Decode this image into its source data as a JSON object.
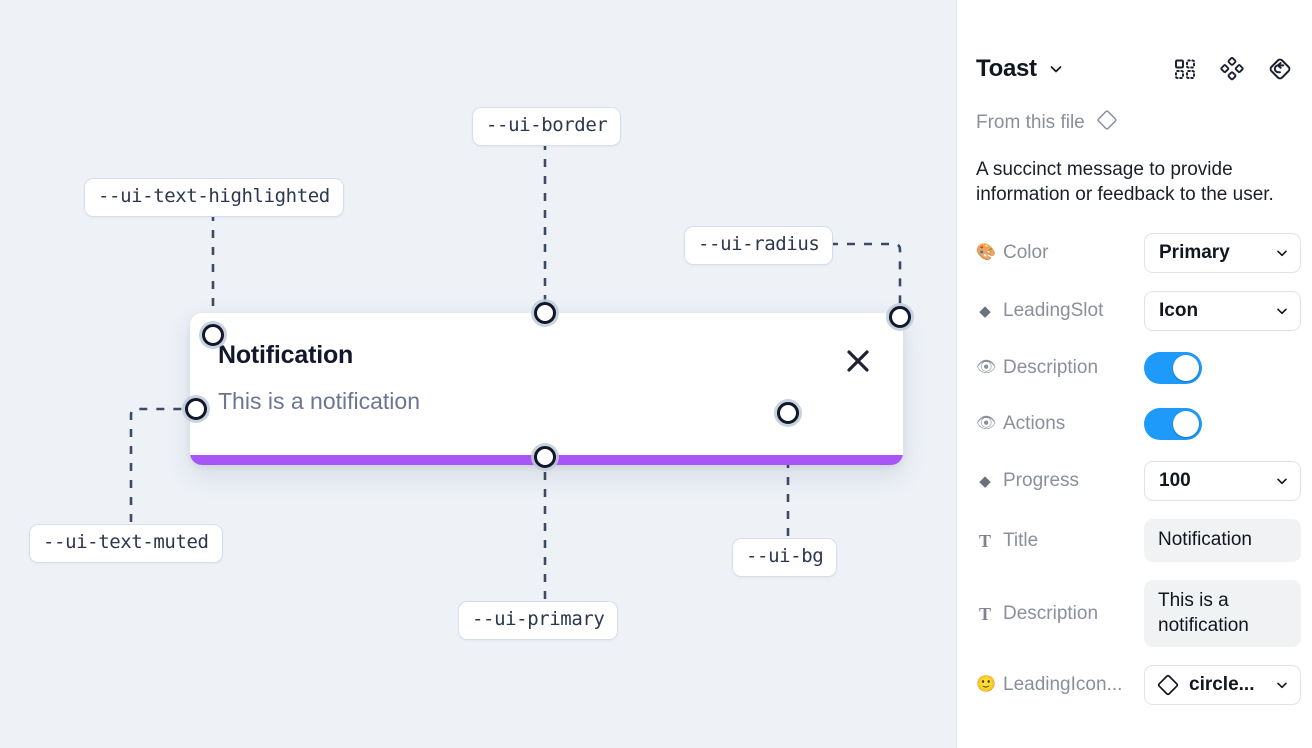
{
  "canvas": {
    "background_color": "#eef2f7",
    "toast": {
      "title": "Notification",
      "description": "This is a notification",
      "close_icon": "close-x-icon",
      "progress_color": "#a855f7",
      "background_color": "#ffffff"
    },
    "annotations": [
      {
        "id": "ui-border",
        "label": "--ui-border"
      },
      {
        "id": "ui-text-highlighted",
        "label": "--ui-text-highlighted"
      },
      {
        "id": "ui-radius",
        "label": "--ui-radius"
      },
      {
        "id": "ui-text-muted",
        "label": "--ui-text-muted"
      },
      {
        "id": "ui-primary",
        "label": "--ui-primary"
      },
      {
        "id": "ui-bg",
        "label": "--ui-bg"
      }
    ]
  },
  "panel": {
    "title": "Toast",
    "title_chevron_icon": "chevron-down-icon",
    "header_icons": [
      {
        "name": "component-grid-icon"
      },
      {
        "name": "variants-diamonds-icon"
      },
      {
        "name": "reset-instance-icon"
      }
    ],
    "from_this_file": {
      "label": "From this file",
      "icon": "diamond-outline-icon"
    },
    "description": "A succinct message to provide information or feedback to the user.",
    "properties": [
      {
        "name": "color",
        "icon": "palette-emoji-icon",
        "icon_glyph": "🎨",
        "label": "Color",
        "control": "select",
        "value": "Primary"
      },
      {
        "name": "leadingslot",
        "icon": "diamond-icon",
        "icon_glyph": "◆",
        "label": "LeadingSlot",
        "control": "select",
        "value": "Icon"
      },
      {
        "name": "description",
        "icon": "eye-emoji-icon",
        "icon_glyph": "👁",
        "label": "Description",
        "control": "toggle",
        "value": "on"
      },
      {
        "name": "actions",
        "icon": "eye-emoji-icon",
        "icon_glyph": "👁",
        "label": "Actions",
        "control": "toggle",
        "value": "on"
      },
      {
        "name": "progress",
        "icon": "diamond-icon",
        "icon_glyph": "◆",
        "label": "Progress",
        "control": "select",
        "value": "100"
      },
      {
        "name": "title",
        "icon": "text-t-icon",
        "icon_glyph": "T",
        "label": "Title",
        "control": "textbox",
        "value": "Notification"
      },
      {
        "name": "description-text",
        "icon": "text-t-icon",
        "icon_glyph": "T",
        "label": "Description",
        "control": "textbox",
        "value": "This is a notification"
      },
      {
        "name": "leadingicon",
        "icon": "smiley-emoji-icon",
        "icon_glyph": "🙂",
        "label": "LeadingIcon...",
        "control": "select-glyph",
        "value": "circle..."
      }
    ],
    "toggle_on_color": "#1e9bfa"
  }
}
